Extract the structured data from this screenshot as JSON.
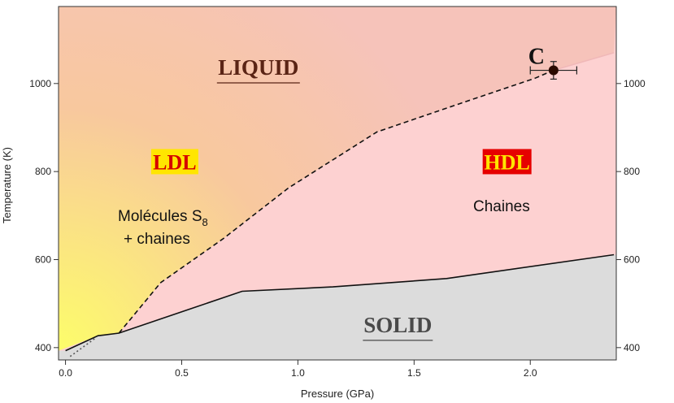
{
  "chart_data": {
    "type": "line",
    "xlabel": "Pressure (GPa)",
    "ylabel": "Temperature (K)",
    "xlim": [
      -0.03,
      2.37
    ],
    "ylim": [
      372,
      1175
    ],
    "x_ticks": [
      0.0,
      0.5,
      1.0,
      1.5,
      2.0
    ],
    "x_tick_labels": [
      "0.0",
      "0.5",
      "1.0",
      "1.5",
      "2.0"
    ],
    "y_ticks": [
      400,
      600,
      800,
      1000
    ],
    "y_tick_labels": [
      "400",
      "600",
      "800",
      "1000"
    ],
    "grid": false,
    "series": [
      {
        "style": "solid",
        "color": "#111111",
        "x": [
          0.0,
          0.14,
          0.23,
          0.76,
          1.15,
          1.64,
          2.36
        ],
        "y": [
          393,
          427,
          433,
          528,
          538,
          557,
          611
        ]
      },
      {
        "style": "dashed",
        "color": "#111111",
        "x": [
          0.23,
          0.41,
          0.68,
          0.96,
          1.34,
          1.7,
          2.02,
          2.1
        ],
        "y": [
          433,
          548,
          648,
          763,
          890,
          955,
          1012,
          1030
        ]
      },
      {
        "style": "dotted",
        "color": "#555555",
        "x": [
          0.02,
          0.13
        ],
        "y": [
          380,
          422
        ]
      },
      {
        "style": "solid",
        "color": "#f0b8b8",
        "x": [
          2.1,
          2.36
        ],
        "y": [
          1030,
          1070
        ]
      }
    ],
    "critical_point": {
      "label": "C",
      "x": 2.1,
      "y": 1030,
      "x_err": 0.1,
      "y_err": 20
    },
    "regions": [
      {
        "label": "LIQUID",
        "x": 0.83,
        "y": 1020,
        "color": "#5a2415"
      },
      {
        "label": "LDL",
        "x": 0.47,
        "y": 805,
        "color": "#d50000",
        "box": "#ffe600"
      },
      {
        "label": "HDL",
        "x": 1.9,
        "y": 805,
        "color": "#ffe600",
        "box": "#e60000"
      },
      {
        "label": "SOLID",
        "x": 1.43,
        "y": 435,
        "color": "#4a4a4a"
      }
    ],
    "notes": {
      "ldl_line1": "Molécules S",
      "ldl_sub": "8",
      "ldl_line2": "+ chaines",
      "hdl": "Chaines"
    },
    "colors": {
      "hdl_fill": "#fdd1d1",
      "solid_fill": "#dcdcdc",
      "ldl_gradient": [
        "#fdfd6a",
        "#f8c89e",
        "#f6c3ba"
      ]
    }
  }
}
